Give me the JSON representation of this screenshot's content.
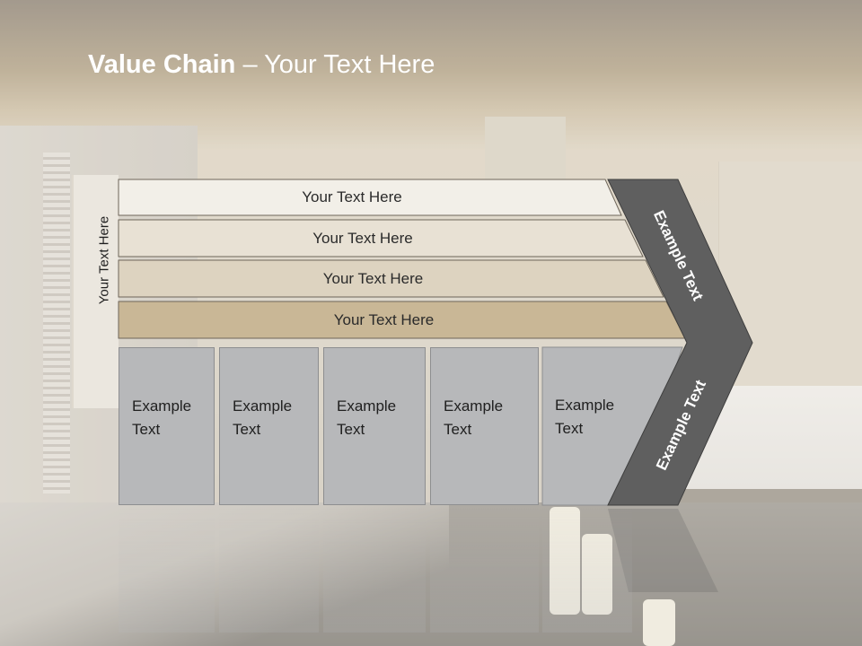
{
  "slide": {
    "title_bold": "Value Chain",
    "title_rest": " – Your Text Here",
    "side_label": "Your Text Here",
    "bars": [
      "Your Text Here",
      "Your Text Here",
      "Your Text Here",
      "Your Text Here"
    ],
    "cells": [
      {
        "line1": "Example",
        "line2": "Text"
      },
      {
        "line1": "Example",
        "line2": "Text"
      },
      {
        "line1": "Example",
        "line2": "Text"
      },
      {
        "line1": "Example",
        "line2": "Text"
      },
      {
        "line1": "Example",
        "line2": "Text"
      }
    ],
    "chevron_top_text": "Example Text",
    "chevron_bottom_text": "Example Text"
  },
  "colors": {
    "bar1": "#f2efe8",
    "bar2": "#e8e1d4",
    "bar3": "#ddd3c0",
    "bar4": "#c9b796",
    "cell": "#b7b8ba",
    "chevron": "#5f5f5f"
  }
}
